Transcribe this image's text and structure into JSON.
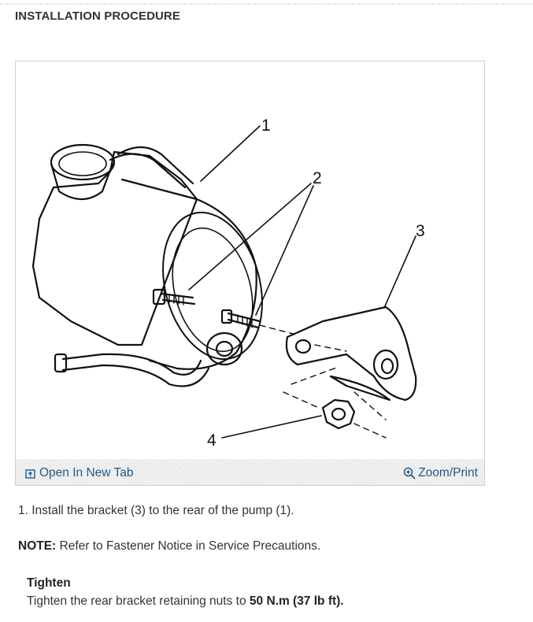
{
  "page": {
    "heading": "INSTALLATION PROCEDURE"
  },
  "figure": {
    "callouts": [
      "1",
      "2",
      "3",
      "4"
    ],
    "open_tab_label": "Open In New Tab",
    "zoom_label": "Zoom/Print",
    "icons": [
      "open-in-new-tab-icon",
      "zoom-icon"
    ]
  },
  "steps": [
    {
      "text": "1. Install the bracket (3) to the rear of the pump (1)."
    }
  ],
  "note": {
    "label": "NOTE:",
    "text": " Refer to Fastener Notice in Service Precautions."
  },
  "tighten": {
    "heading": "Tighten",
    "text_prefix": "Tighten the rear bracket retaining nuts to ",
    "value": "50 N.m (37 lb ft)."
  },
  "colors": {
    "link": "#1f5a8a",
    "text": "#333333"
  }
}
